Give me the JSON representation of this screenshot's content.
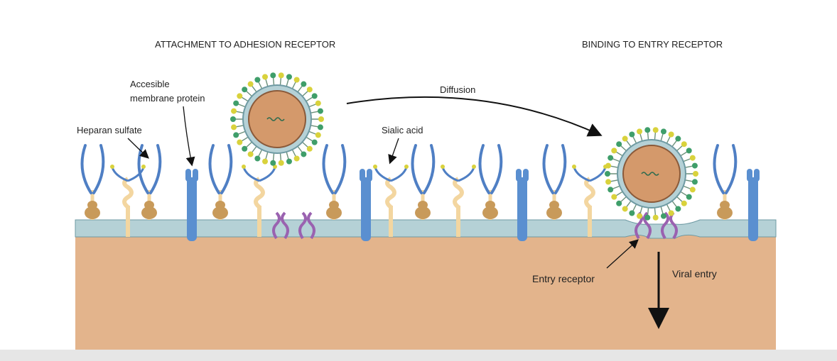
{
  "headings": {
    "left": "ATTACHMENT TO ADHESION RECEPTOR",
    "right": "BINDING TO ENTRY RECEPTOR"
  },
  "labels": {
    "membrane_protein_line1": "Accesible",
    "membrane_protein_line2": "membrane protein",
    "heparan_sulfate": "Heparan sulfate",
    "sialic_acid": "Sialic acid",
    "diffusion": "Diffusion",
    "entry_receptor": "Entry receptor",
    "viral_entry": "Viral entry"
  },
  "colors": {
    "cytoplasm": "#e3b48c",
    "membrane": "#b5d1d6",
    "membrane_edge": "#6e9aa3",
    "heparan_chain": "#4f7fc4",
    "membrane_protein": "#5a8fd0",
    "anchor": "#c89a5a",
    "sialic_stalk": "#f3d6a0",
    "entry_receptor": "#9a62b0",
    "virus_core": "#d4996b",
    "spike_yellow": "#d9d23c",
    "spike_green": "#3f9e6a",
    "footer_bar": "#e6e6e6"
  }
}
